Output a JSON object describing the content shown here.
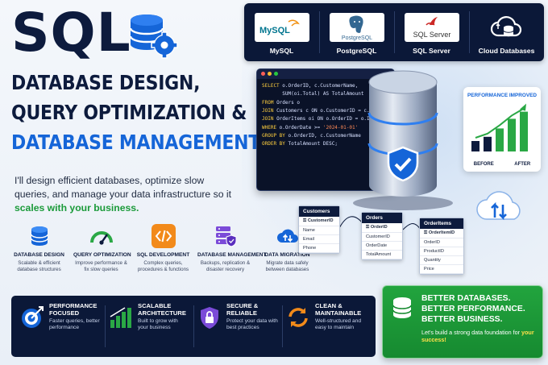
{
  "headline": {
    "sql": "SQL",
    "line1": "DATABASE DESIGN,",
    "line2": "QUERY OPTIMIZATION &",
    "line3": "DATABASE MANAGEMENT"
  },
  "intro": {
    "text": "I'll design efficient databases, optimize slow queries, and manage your data infrastructure so it ",
    "highlight": "scales with your business."
  },
  "services": [
    {
      "name": "DATABASE DESIGN",
      "desc": "Scalable & efficient database structures",
      "icon": "database-icon",
      "color": "#1565d8"
    },
    {
      "name": "QUERY OPTIMIZATION",
      "desc": "Improve performance & fix slow queries",
      "icon": "speedometer-icon",
      "color": "#2aa845"
    },
    {
      "name": "SQL DEVELOPMENT",
      "desc": "Complex queries, procedures & functions",
      "icon": "code-icon",
      "color": "#f28a1a"
    },
    {
      "name": "DATABASE MANAGEMENT",
      "desc": "Backups, replication & disaster recovery",
      "icon": "server-shield-icon",
      "color": "#7b4bd8"
    },
    {
      "name": "DATA MIGRATION",
      "desc": "Migrate data safely between databases",
      "icon": "cloud-transfer-icon",
      "color": "#1565d8"
    }
  ],
  "databases": [
    {
      "label": "MySQL",
      "logo_text": "MySQL",
      "icon": "mysql-logo"
    },
    {
      "label": "PostgreSQL",
      "logo_text": "PostgreSQL",
      "icon": "postgresql-logo"
    },
    {
      "label": "SQL Server",
      "logo_text": "SQL Server",
      "icon": "sqlserver-logo"
    },
    {
      "label": "Cloud Databases",
      "logo_text": "",
      "icon": "cloud-database-icon"
    }
  ],
  "code": {
    "lines": [
      {
        "kw": "SELECT",
        "rest": " o.OrderID, c.CustomerName,"
      },
      {
        "kw": "",
        "rest": "       SUM(oi.Total) AS TotalAmount"
      },
      {
        "kw": "FROM",
        "rest": " Orders o"
      },
      {
        "kw": "JOIN",
        "rest": " Customers c ON o.CustomerID = c.ID"
      },
      {
        "kw": "JOIN",
        "rest": " OrderItems oi ON o.OrderID = o.ID"
      },
      {
        "kw": "WHERE",
        "rest": " o.OrderDate >= ",
        "str": "'2024-01-01'"
      },
      {
        "kw": "GROUP BY",
        "rest": " o.OrderID, c.CustomerName"
      },
      {
        "kw": "ORDER BY",
        "rest": " TotalAmount DESC;"
      }
    ]
  },
  "performance": {
    "title": "PERFORMANCE IMPROVED",
    "before_label": "BEFORE",
    "after_label": "AFTER",
    "before_values": [
      0.25,
      0.35
    ],
    "after_values": [
      0.55,
      0.78,
      0.95
    ]
  },
  "er_tables": [
    {
      "title": "Customers",
      "fields": [
        "CustomerID",
        "Name",
        "Email",
        "Phone"
      ]
    },
    {
      "title": "Orders",
      "fields": [
        "OrderID",
        "CustomerID",
        "OrderDate",
        "TotalAmount"
      ]
    },
    {
      "title": "OrderItems",
      "fields": [
        "OrderItemID",
        "OrderID",
        "ProductID",
        "Quantity",
        "Price"
      ]
    }
  ],
  "features": [
    {
      "title": "PERFORMANCE FOCUSED",
      "desc": "Faster queries, better performance",
      "icon": "target-icon"
    },
    {
      "title": "SCALABLE ARCHITECTURE",
      "desc": "Built to grow with your business",
      "icon": "growth-chart-icon"
    },
    {
      "title": "SECURE & RELIABLE",
      "desc": "Protect your data with best practices",
      "icon": "lock-shield-icon"
    },
    {
      "title": "CLEAN & MAINTAINABLE",
      "desc": "Well-structured and easy to maintain",
      "icon": "refresh-icon"
    }
  ],
  "cta": {
    "line1": "BETTER DATABASES.",
    "line2": "BETTER PERFORMANCE.",
    "line3": "BETTER BUSINESS.",
    "desc": "Let's build a strong data foundation for ",
    "desc_highlight": "your success!"
  },
  "colors": {
    "navy": "#0b1838",
    "blue": "#1565d8",
    "green": "#22a43e"
  }
}
